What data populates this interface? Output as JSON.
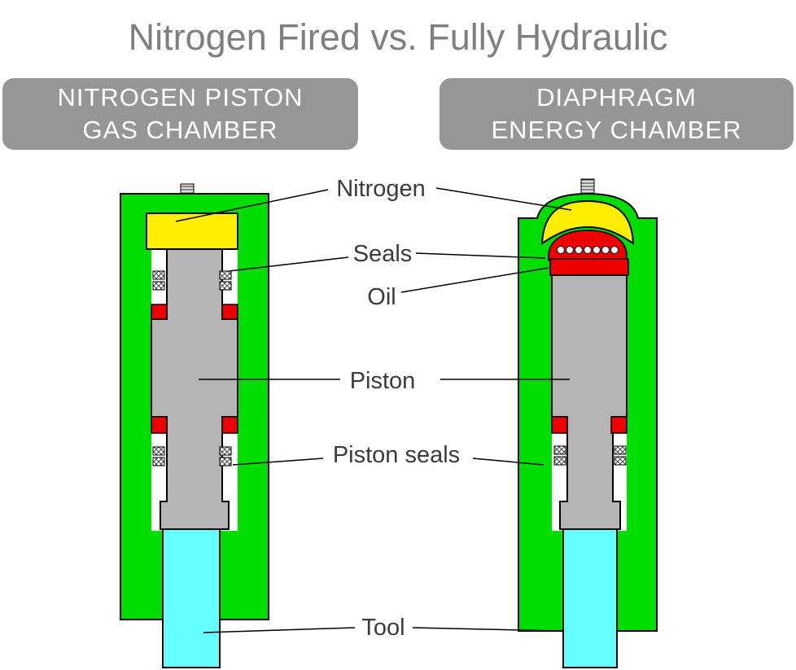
{
  "title": "Nitrogen Fired vs. Fully Hydraulic",
  "headers": {
    "left": {
      "line1": "NITROGEN PISTON",
      "line2": "GAS CHAMBER"
    },
    "right": {
      "line1": "DIAPHRAGM",
      "line2": "ENERGY CHAMBER"
    }
  },
  "labels": {
    "nitrogen": "Nitrogen",
    "seals": "Seals",
    "oil": "Oil",
    "piston": "Piston",
    "piston_seals": "Piston seals",
    "tool": "Tool"
  },
  "colors": {
    "title-gray": "#7f7f7f",
    "header-gray": "#969696",
    "header-text": "#ffffff",
    "body-green": "#00dd00",
    "nitrogen-yellow": "#ffee00",
    "seal-red": "#ee0000",
    "piston-gray": "#b5b5b5",
    "tool-cyan": "#66ffff",
    "label-text": "#3b3b3b",
    "line-black": "#000000"
  }
}
